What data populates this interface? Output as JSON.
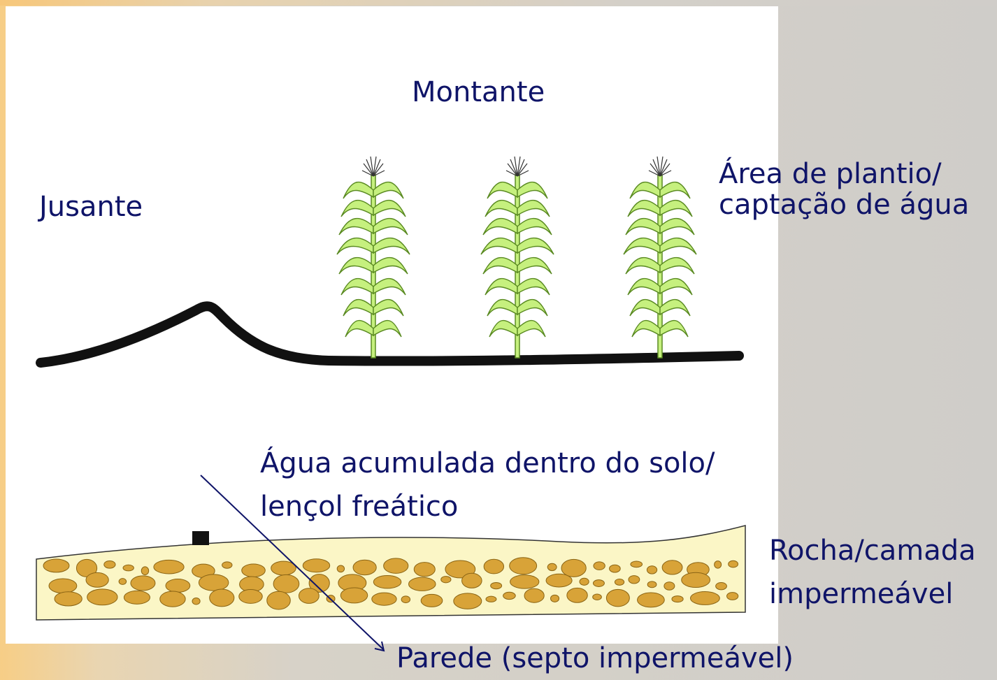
{
  "labels": {
    "montante": "Montante",
    "jusante": "Jusante",
    "area_line1": "Área de plantio/",
    "area_line2": "captação de água",
    "agua_line1": "Água acumulada dentro do solo/",
    "agua_line2": "lençol freático",
    "rocha_line1": "Rocha/camada",
    "rocha_line2": "impermeável",
    "parede": "Parede (septo impermeável)"
  },
  "colors": {
    "text": "#0f1468",
    "ground": "#111111",
    "leaf": "#c6f07e",
    "leaf_stroke": "#5a8a22",
    "rock_layer": "#fbf6c6",
    "pebble": "#d8a338",
    "arrow": "#0f1468"
  },
  "icons": [
    "maize-plant",
    "wall-marker",
    "pebble"
  ]
}
